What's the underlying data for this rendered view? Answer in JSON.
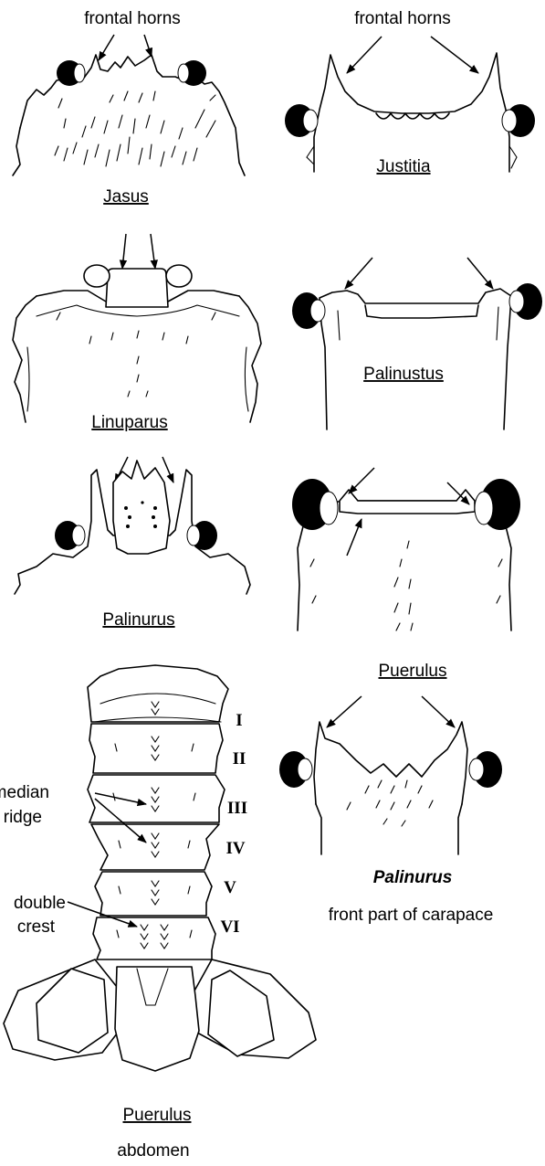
{
  "labels": {
    "frontal_horns_left": "frontal horns",
    "frontal_horns_right": "frontal horns",
    "jasus": "Jasus",
    "justitia": "Justitia",
    "linuparus": "Linuparus",
    "palinustus": "Palinustus",
    "palinurus": "Palinurus",
    "puerulus_head": "Puerulus",
    "palinurus_bold": "Palinurus",
    "front_part": "front part of carapace",
    "median_line1": "median",
    "median_line2": "ridge",
    "double_line1": "double",
    "double_line2": "crest",
    "puerulus_abdomen": "Puerulus",
    "abdomen": "abdomen"
  },
  "segments": [
    "I",
    "II",
    "III",
    "IV",
    "V",
    "VI"
  ]
}
